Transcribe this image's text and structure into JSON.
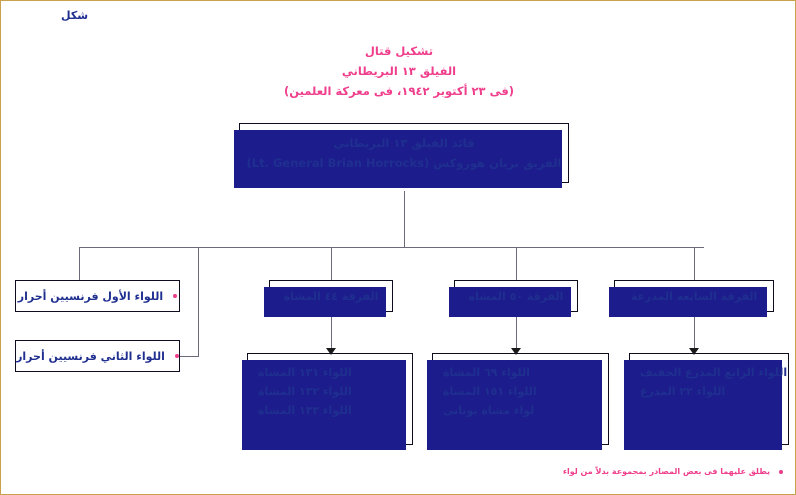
{
  "figure_label": "شكل",
  "title": {
    "line1": "تشكيل قتال",
    "line2": "الفيلق ١٣ البريطاني",
    "line3": "(فى ٢٣ أكتوبر ١٩٤٢، فى معركة العلمين)"
  },
  "commander": {
    "line1": "قائد الفيلق ١٣ البريطاني",
    "line2": "الفريق بريان هوروكس (Lt. General Brian Horrocks)"
  },
  "french_brigades": [
    {
      "label": "اللواء الأول فرنسيين أحرار"
    },
    {
      "label": "اللواء الثاني فرنسيين أحرار"
    }
  ],
  "divisions": [
    {
      "name": "الفرقة ٤٤ المشاة",
      "units": [
        "اللواء ١٣١ المشاة",
        "اللواء ١٣٢ المشاة",
        "اللواء ١٣٣ المشاة"
      ]
    },
    {
      "name": "الفرقة ٥٠ المشاة",
      "units": [
        "اللواء ٦٩ المشاة",
        "اللواء ١٥١ المشاة",
        "لواء مشاة يوناني"
      ]
    },
    {
      "name": "الفرقة السابعة المدرعة",
      "units": [
        "اللواء الرابع المدرع الخفيف",
        "اللواء ٢٢ المدرع"
      ]
    }
  ],
  "footnote": {
    "text": "يطلق عليهما فى بعض المصادر بمجموعة بدلاً من لواء"
  },
  "colors": {
    "title_pink": "#ef3e8c",
    "text_navy": "#1f2f8f",
    "shadow_navy": "#1c1c8c",
    "border_dark": "#0d0d1f",
    "page_border": "#c9a14a"
  }
}
